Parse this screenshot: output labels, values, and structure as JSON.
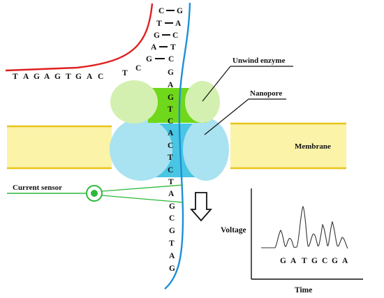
{
  "labels": {
    "unwind_enzyme": "Unwind enzyme",
    "nanopore": "Nanopore",
    "membrane": "Membrane",
    "current_sensor": "Current  sensor"
  },
  "strands": {
    "paired_left": [
      "C",
      "T",
      "G",
      "A",
      "G"
    ],
    "paired_right": [
      "G",
      "A",
      "C",
      "T",
      "C"
    ],
    "leading_strand": [
      "T",
      "A",
      "G",
      "A",
      "G",
      "T",
      "G",
      "A",
      "C",
      "T",
      "C"
    ],
    "pore_strand": [
      "G",
      "A",
      "G",
      "T",
      "C",
      "A",
      "C",
      "T",
      "C",
      "T",
      "A",
      "G",
      "C",
      "G",
      "T",
      "A",
      "G"
    ]
  },
  "signal_plot": {
    "ylabel": "Voltage",
    "xlabel": "Time",
    "sequence": [
      "G",
      "A",
      "T",
      "G",
      "C",
      "G",
      "A"
    ]
  },
  "colors": {
    "membrane_fill": "#fbf3a8",
    "membrane_edge": "#e8c41a",
    "enzyme_light": "#d4f0b0",
    "enzyme_dark": "#6fd81a",
    "pore_light": "#a9e2f0",
    "pore_dark": "#48c6e4",
    "red_strand": "#e02020",
    "blue_strand": "#1e8fd8",
    "sensor_green": "#2db83a"
  }
}
